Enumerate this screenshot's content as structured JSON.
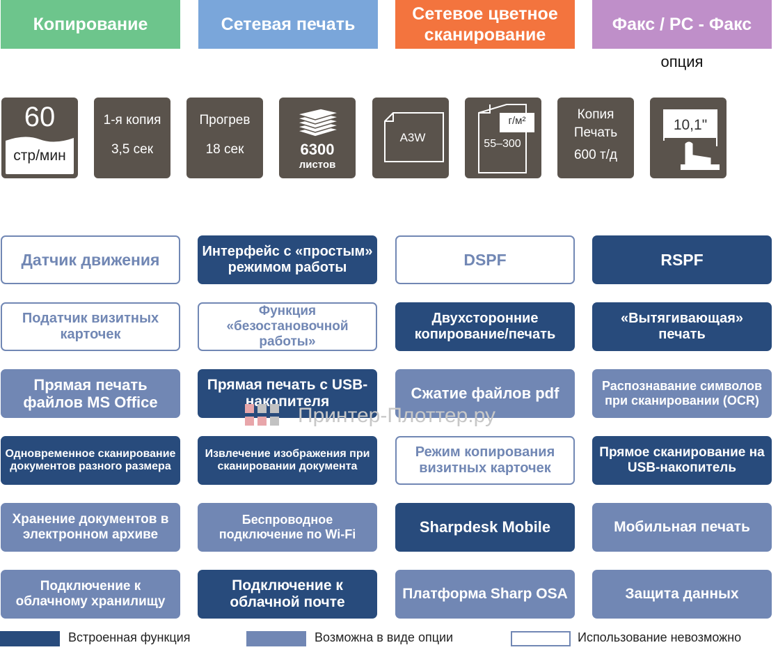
{
  "colors": {
    "copy_header": "#6dc58c",
    "print_header": "#7aa6da",
    "scan_header": "#f3743e",
    "fax_header": "#bf8fc9",
    "spec_tile": "#5a534c",
    "standard": "#284b7c",
    "optional": "#7187b4",
    "unavailable_border": "#7187b4"
  },
  "headers": {
    "copy": "Копирование",
    "print": "Сетевая печать",
    "scan": "Сетевое цветное сканирование",
    "fax": "Факс / PC - Факс",
    "fax_note": "опция"
  },
  "specs": {
    "speed_value": "60",
    "speed_unit": "стр/мин",
    "first_copy_label": "1-я копия",
    "first_copy_value": "3,5 сек",
    "warmup_label": "Прогрев",
    "warmup_value": "18 сек",
    "paper_value": "6300",
    "paper_unit": "листов",
    "format": "A3W",
    "density_unit": "г/м²",
    "density_range": "55–300",
    "resolution_line1": "Копия",
    "resolution_line2": "Печать",
    "resolution_value": "600 т/д",
    "screen_size": "10,1\""
  },
  "features": {
    "r1c1": "Датчик движения",
    "r1c2": "Интерфейс с «простым» режимом работы",
    "r1c3": "DSPF",
    "r1c4": "RSPF",
    "r2c1": "Податчик визитных карточек",
    "r2c2": "Функция «безостановочной работы»",
    "r2c3": "Двухсторонние копирование/печать",
    "r2c4": "«Вытягивающая» печать",
    "r3c1": "Прямая печать файлов MS Office",
    "r3c2": "Прямая печать с USB-накопителя",
    "r3c3": "Сжатие файлов pdf",
    "r3c4": "Распознавание символов при сканировании (OCR)",
    "r4c1": "Одновременное сканирование документов разного размера",
    "r4c2": "Извлечение изображения при сканировании документа",
    "r4c3": "Режим копирования визитных карточек",
    "r4c4": "Прямое сканирование на USB-накопитель",
    "r5c1": "Хранение документов в электронном архиве",
    "r5c2": "Беспроводное подключение по Wi-Fi",
    "r5c3": "Sharpdesk Mobile",
    "r5c4": "Мобильная печать",
    "r6c1": "Подключение к облачному хранилищу",
    "r6c2": "Подключение к облачной почте",
    "r6c3": "Платформа Sharp OSA",
    "r6c4": "Защита данных"
  },
  "legend": {
    "standard": "Встроенная функция",
    "optional": "Возможна в виде опции",
    "unavailable": "Использование невозможно"
  },
  "watermark": "Принтер-Плоттер.ру"
}
